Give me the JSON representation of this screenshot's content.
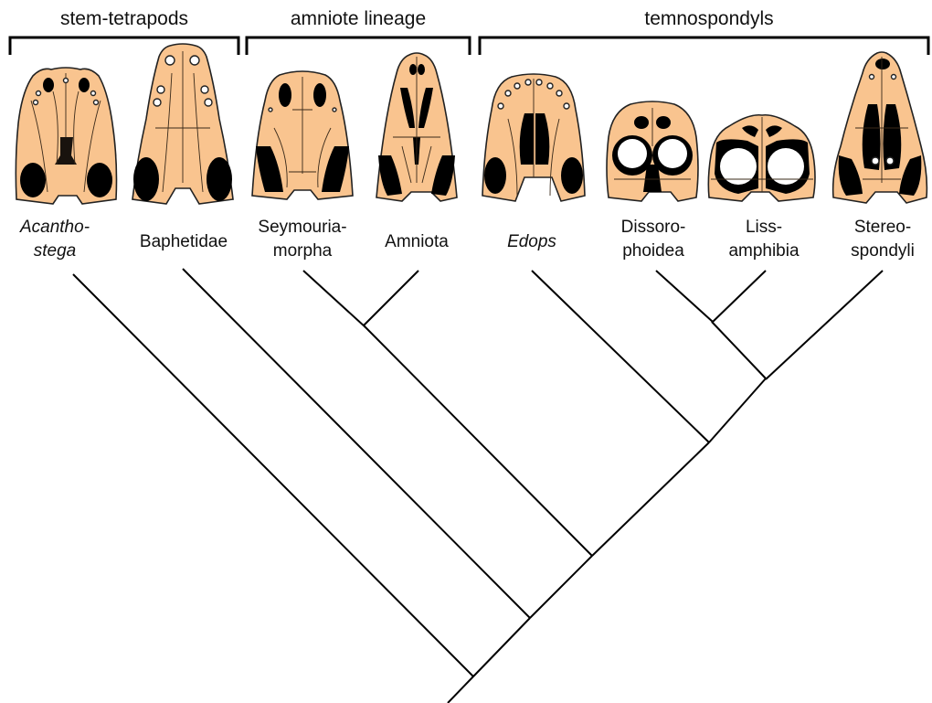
{
  "groups": {
    "stem": "stem-tetrapods",
    "amniote": "amniote lineage",
    "temno": "temnospondyls"
  },
  "taxa": {
    "acanthostega": {
      "line1": "Acantho-",
      "line2": "stega"
    },
    "baphetidae": {
      "line1": "Baphetidae"
    },
    "seymouriamorpha": {
      "line1": "Seymouria-",
      "line2": "morpha"
    },
    "amniota": {
      "line1": "Amniota"
    },
    "edops": {
      "line1": "Edops"
    },
    "dissorophoidea": {
      "line1": "Dissoro-",
      "line2": "phoidea"
    },
    "lissamphibia": {
      "line1": "Liss-",
      "line2": "amphibia"
    },
    "stereospondyli": {
      "line1": "Stereo-",
      "line2": "spondyli"
    }
  },
  "colors": {
    "skull": "#f9c48f",
    "openings": "#000000",
    "lines": "#000000"
  },
  "tree_newick": "(Acanthostega,(Baphetidae,((Seymouriamorpha,Amniota),(Edops,(Stereospondyli,(Dissorophoidea,Lissamphibia))))))"
}
